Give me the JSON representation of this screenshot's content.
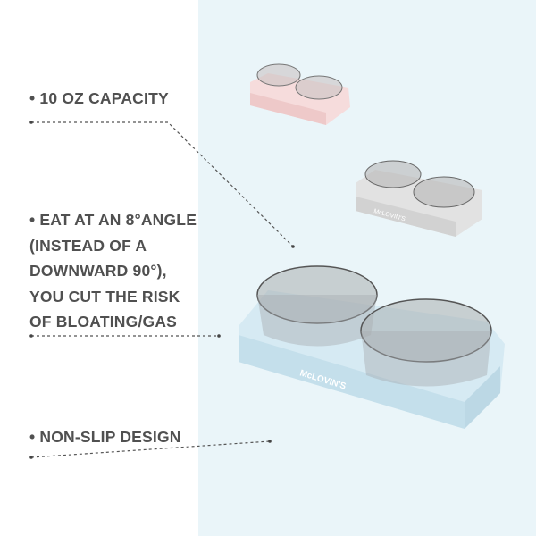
{
  "features": [
    {
      "text": "• 10 OZ CAPACITY"
    },
    {
      "lines": [
        "• EAT AT AN 8°ANGLE",
        "(INSTEAD OF A",
        "DOWNWARD 90°),",
        "YOU CUT THE RISK",
        "OF BLOATING/GAS"
      ]
    },
    {
      "text": "• NON-SLIP DESIGN"
    }
  ],
  "brand": "McLOVIN'S",
  "colors": {
    "panel": "#eaf5f9",
    "text": "#505050",
    "pink": "#f6dcdc",
    "grey": "#dcdcdc",
    "blue": "#cfe6f0"
  }
}
